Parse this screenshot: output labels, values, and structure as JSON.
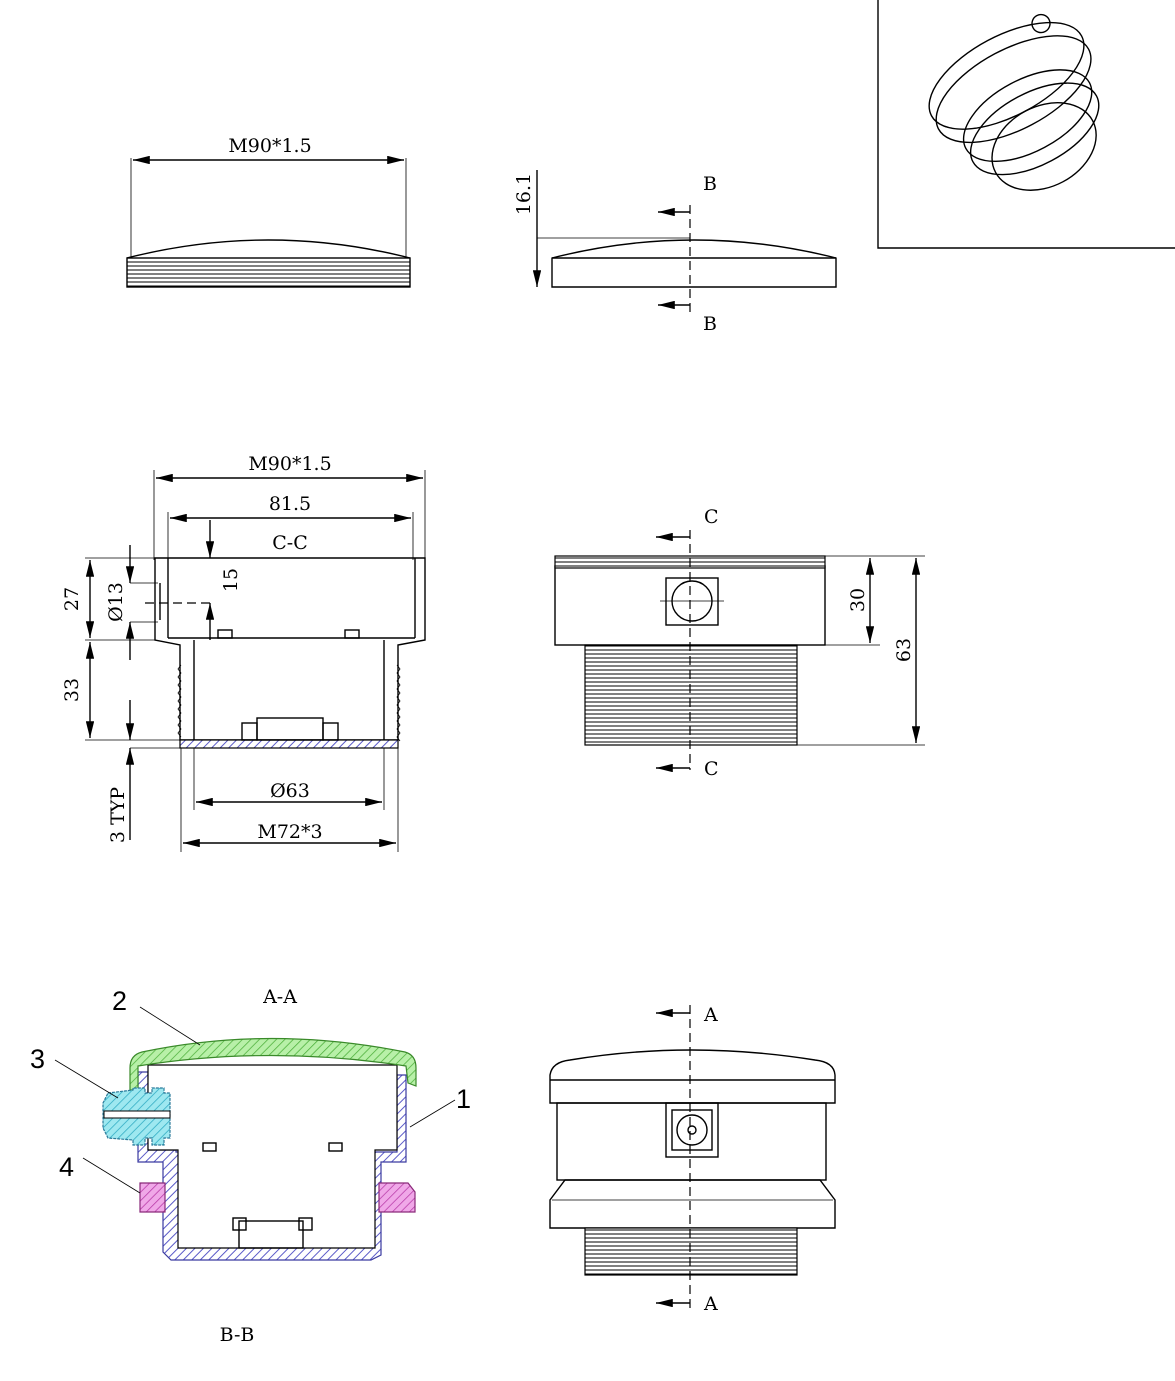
{
  "top_view": {
    "thread_label": "M90*1.5"
  },
  "side_view": {
    "height_label": "16.1",
    "section_top": "B",
    "section_bottom": "B"
  },
  "section_cc": {
    "title": "C-C",
    "outer_thread": "M90*1.5",
    "inner_width": "81.5",
    "depth_upper": "27",
    "depth_lower": "33",
    "gland_hole": "Ø13",
    "gland_height": "15",
    "wall": "3 TYP",
    "inner_diameter": "Ø63",
    "lower_thread": "M72*3"
  },
  "front_view": {
    "section_top": "C",
    "section_bottom": "C",
    "upper_height": "30",
    "total_height": "63"
  },
  "assembly": {
    "title_top": "A-A",
    "title_bottom": "B-B",
    "callouts": [
      "1",
      "2",
      "3",
      "4"
    ],
    "colors": {
      "body": "#5a5ac8",
      "cap": "#7fdc6e",
      "gland": "#5fd0e0",
      "nut": "#d45ac8"
    }
  },
  "assembled_view": {
    "section_top": "A",
    "section_bottom": "A"
  }
}
